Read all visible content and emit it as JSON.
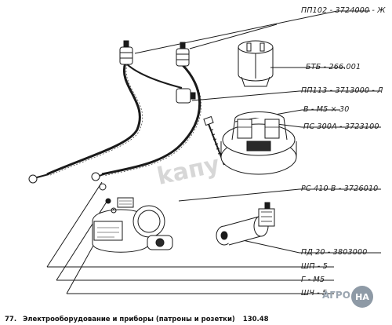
{
  "labels": {
    "pp102": "ПП102 - 3724000 - Ж",
    "btb": "БТБ - 266.001",
    "pp113": "ПП113 - 3713000 - Л",
    "bolt": "В - М5 × 30",
    "ps300": "ПС 300А - 3723100",
    "rs410": "РС 410 В - 3726010",
    "pd20": "ПД 20 - 3803000",
    "shp5": "ШП - 5",
    "gm5": "Г - М5",
    "shch5": "ШЧ - 5"
  },
  "caption": {
    "number": "77.",
    "title": "Электрооборудование и приборы (патроны и розетки)",
    "page": "130.48"
  },
  "watermark": {
    "center": "kaпy",
    "logo_text": "АГРО",
    "logo_badge": "НА"
  },
  "colors": {
    "line": "#1a1a1a",
    "watermark": "#b8b8b8",
    "logo": "#8e9aa6"
  }
}
